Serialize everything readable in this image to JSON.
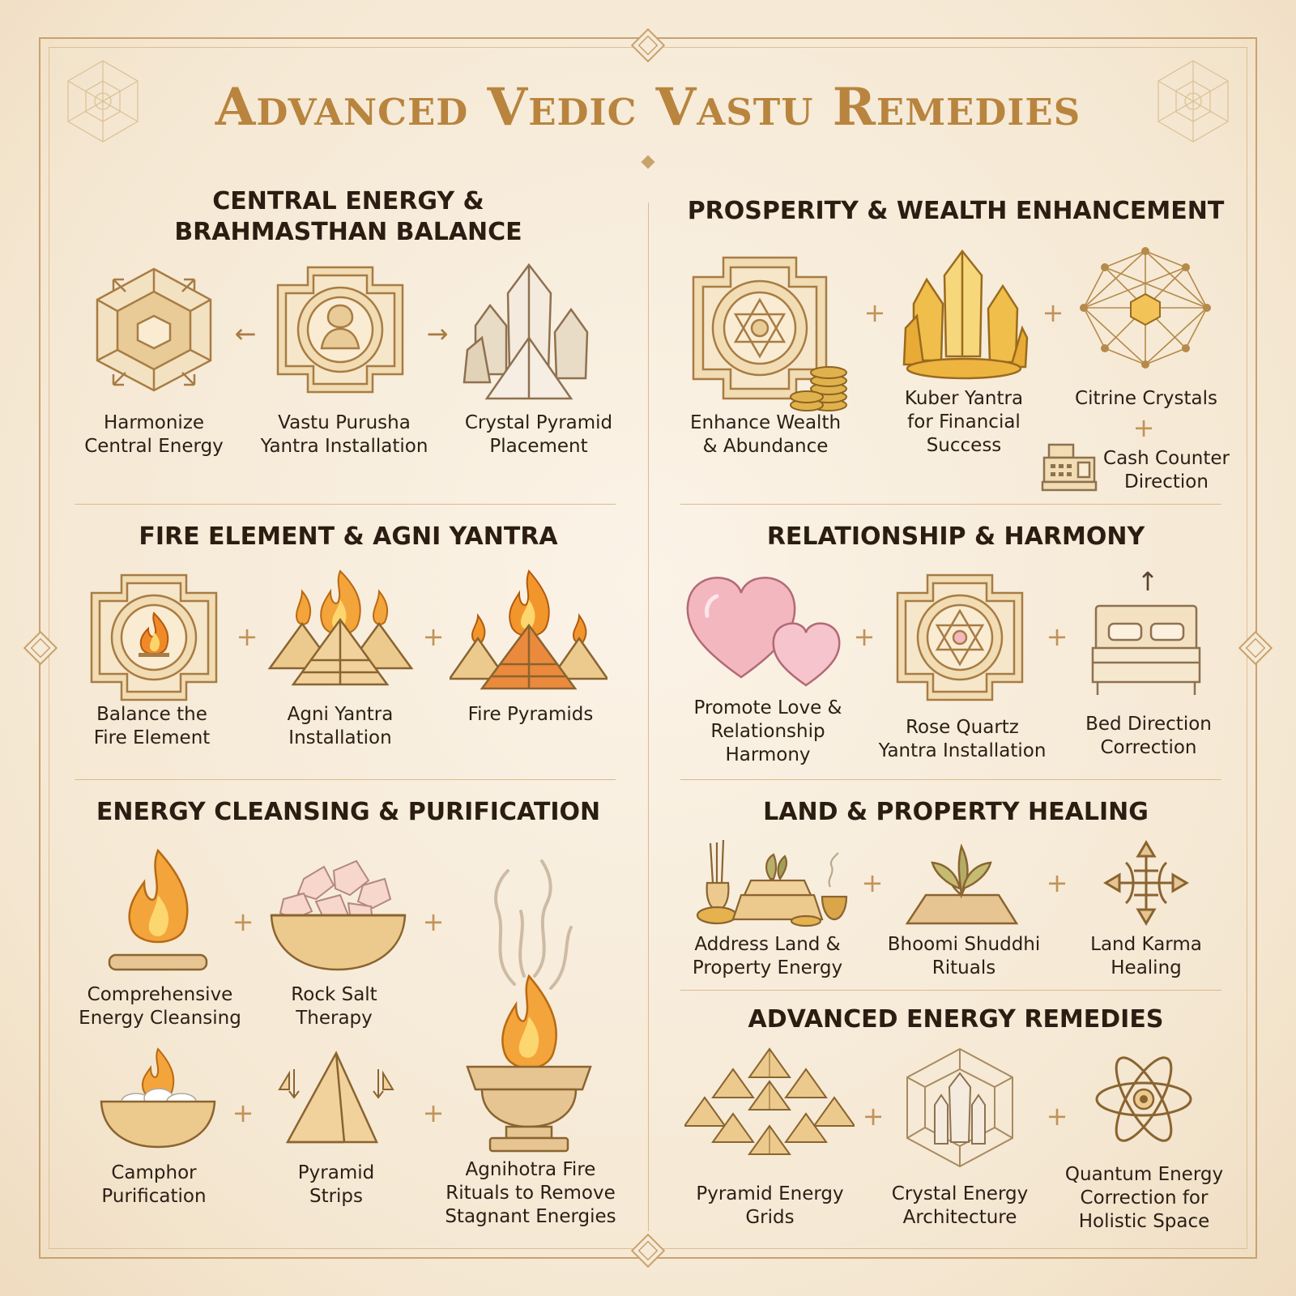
{
  "title": "Advanced Vedic Vastu Remedies",
  "colors": {
    "background": "#f6ead8",
    "gold": "#c9a26c",
    "title": "#b8843e",
    "heading": "#2b1d12",
    "rose": "#f2b6bd"
  },
  "sections": {
    "central": {
      "title_line1": "CENTRAL ENERGY &",
      "title_line2": "BRAHMASTHAN BALANCE",
      "connector_left": "←",
      "connector_right": "→",
      "items": [
        {
          "icon": "cube-arrows-icon",
          "line1": "Harmonize",
          "line2": "Central Energy"
        },
        {
          "icon": "vastu-yantra-icon",
          "line1": "Vastu Purusha",
          "line2": "Yantra Installation"
        },
        {
          "icon": "crystal-pyramid-icon",
          "line1": "Crystal Pyramid",
          "line2": "Placement"
        }
      ]
    },
    "prosperity": {
      "title": "PROSPERITY & WEALTH ENHANCEMENT",
      "plus": "+",
      "items": [
        {
          "icon": "yantra-coins-icon",
          "line1": "Enhance Wealth",
          "line2": "& Abundance"
        },
        {
          "icon": "citrine-cluster-icon",
          "line1": "Kuber Yantra",
          "line2": "for Financial",
          "line3": "Success"
        },
        {
          "icon": "sacred-geometry-icon",
          "line1": "Citrine Crystals"
        },
        {
          "icon": "cash-register-icon",
          "line1": "Cash Counter",
          "line2": "Direction"
        }
      ]
    },
    "fire": {
      "title": "FIRE ELEMENT & AGNI YANTRA",
      "plus": "+",
      "items": [
        {
          "icon": "agni-yantra-icon",
          "line1": "Balance the",
          "line2": "Fire Element"
        },
        {
          "icon": "flame-pyramids-icon",
          "line1": "Agni Yantra",
          "line2": "Installation"
        },
        {
          "icon": "fire-pyramids-icon",
          "line1": "Fire Pyramids"
        }
      ]
    },
    "relationship": {
      "title": "RELATIONSHIP & HARMONY",
      "plus": "+",
      "arrow_up": "↑",
      "items": [
        {
          "icon": "rose-hearts-icon",
          "line1": "Promote Love &",
          "line2": "Relationship",
          "line3": "Harmony"
        },
        {
          "icon": "rose-yantra-icon",
          "line1": "Rose Quartz",
          "line2": "Yantra Installation"
        },
        {
          "icon": "bed-icon",
          "line1": "Bed Direction",
          "line2": "Correction"
        }
      ]
    },
    "cleansing": {
      "title": "ENERGY CLEANSING & PURIFICATION",
      "plus": "+",
      "items": [
        {
          "icon": "fire-log-icon",
          "line1": "Comprehensive",
          "line2": "Energy Cleansing"
        },
        {
          "icon": "salt-bowl-icon",
          "line1": "Rock Salt",
          "line2": "Therapy"
        },
        {
          "icon": "agnihotra-icon",
          "line1": "Agnihotra Fire",
          "line2": "Rituals to Remove",
          "line3": "Stagnant Energies"
        },
        {
          "icon": "camphor-bowl-icon",
          "line1": "Camphor",
          "line2": "Purification"
        },
        {
          "icon": "pyramid-strip-icon",
          "line1": "Pyramid",
          "line2": "Strips"
        }
      ]
    },
    "land": {
      "title": "LAND & PROPERTY HEALING",
      "plus": "+",
      "items": [
        {
          "icon": "ritual-offerings-icon",
          "line1": "Address Land &",
          "line2": "Property Energy"
        },
        {
          "icon": "sprout-land-icon",
          "line1": "Bhoomi Shuddhi",
          "line2": "Rituals"
        },
        {
          "icon": "karma-symbol-icon",
          "line1": "Land Karma",
          "line2": "Healing"
        }
      ]
    },
    "advanced": {
      "title": "ADVANCED ENERGY REMEDIES",
      "plus": "+",
      "items": [
        {
          "icon": "pyramid-grid-icon",
          "line1": "Pyramid Energy",
          "line2": "Grids"
        },
        {
          "icon": "crystal-architecture-icon",
          "line1": "Crystal Energy",
          "line2": "Architecture"
        },
        {
          "icon": "atom-icon",
          "line1": "Quantum Energy",
          "line2": "Correction for",
          "line3": "Holistic Space"
        }
      ]
    }
  }
}
